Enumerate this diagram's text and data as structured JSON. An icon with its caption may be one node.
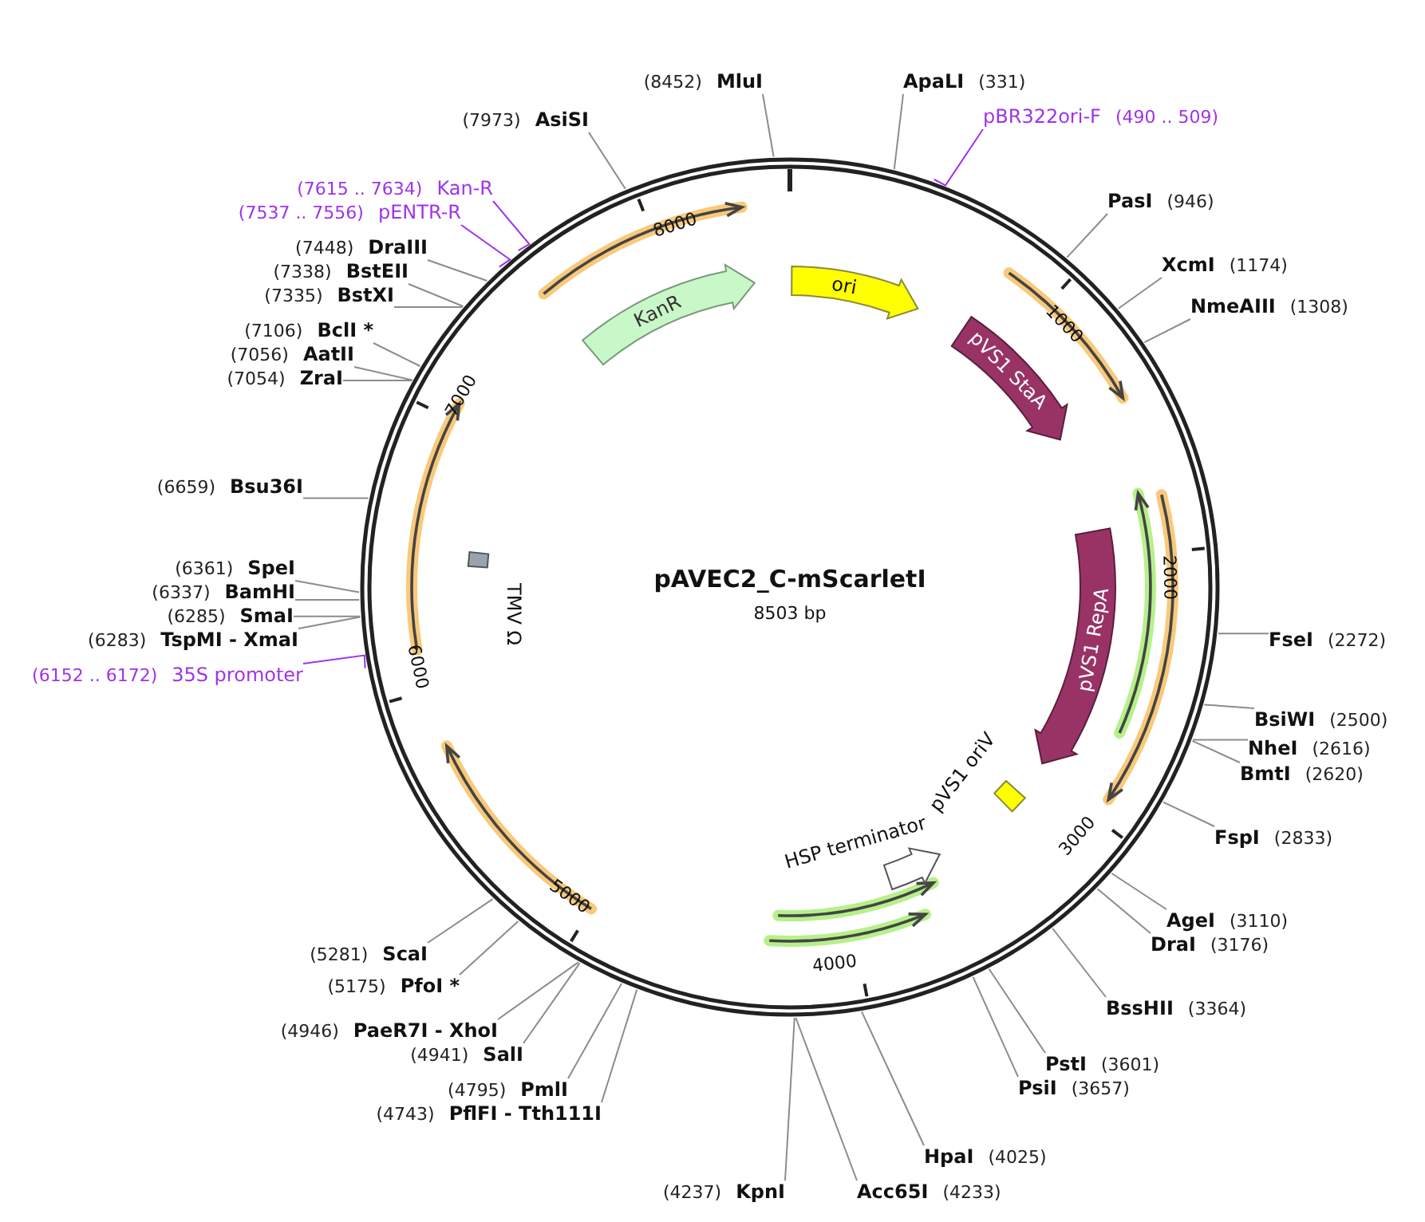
{
  "diagram": {
    "title": "pAVEC2_C-mScarletI",
    "nodes": [
      {
        "text": [
          "MluI"
        ],
        "beside": [
          "(8452)"
        ]
      },
      {
        "text": [
          "ApaLI"
        ],
        "beside": [
          "(331)"
        ]
      },
      {
        "text": [
          "pBR322ori-F"
        ],
        "beside": [
          "(490 .. 509)"
        ]
      },
      {
        "text": [
          "PasI"
        ],
        "beside": [
          "(946)"
        ]
      },
      {
        "text": [
          "XcmI"
        ],
        "beside": [
          "(1174)"
        ]
      },
      {
        "text": [
          "NmeAIII"
        ],
        "beside": [
          "(1308)"
        ]
      },
      {
        "text": [
          "FseI"
        ],
        "beside": [
          "(2272)"
        ]
      },
      {
        "text": [
          "BsiWI"
        ],
        "beside": [
          "(2500)"
        ]
      },
      {
        "text": [
          "NheI"
        ],
        "beside": [
          "(2616)"
        ]
      },
      {
        "text": [
          "BmtI"
        ],
        "beside": [
          "(2620)"
        ]
      },
      {
        "text": [
          "FspI"
        ],
        "beside": [
          "(2833)"
        ]
      },
      {
        "text": [
          "AgeI"
        ],
        "beside": [
          "(3110)"
        ]
      },
      {
        "text": [
          "DraI"
        ],
        "beside": [
          "(3176)"
        ]
      },
      {
        "text": [
          "BssHII"
        ],
        "beside": [
          "(3364)"
        ]
      },
      {
        "text": [
          "PstI"
        ],
        "beside": [
          "(3601)"
        ]
      },
      {
        "text": [
          "PsiI"
        ],
        "beside": [
          "(3657)"
        ]
      },
      {
        "text": [
          "HpaI"
        ],
        "beside": [
          "(4025)"
        ]
      },
      {
        "text": [
          "Acc65I"
        ],
        "beside": [
          "(4233)"
        ]
      },
      {
        "text": [
          "KpnI"
        ],
        "beside": [
          "(4237)"
        ]
      },
      {
        "text": [
          "PflFI - Tth111I"
        ],
        "beside": [
          "(4743)"
        ]
      },
      {
        "text": [
          "PmlI"
        ],
        "beside": [
          "(4795)"
        ]
      },
      {
        "text": [
          "SalI"
        ],
        "beside": [
          "(4941)"
        ]
      },
      {
        "text": [
          "PaeR7I - XhoI"
        ],
        "beside": [
          "(4946)"
        ]
      },
      {
        "text": [
          "PfoI *"
        ],
        "beside": [
          "(5175)"
        ]
      },
      {
        "text": [
          "ScaI"
        ],
        "beside": [
          "(5281)"
        ]
      },
      {
        "text": [
          "35S promoter"
        ],
        "beside": [
          "(6152 .. 6172)"
        ]
      },
      {
        "text": [
          "TspMI - XmaI"
        ],
        "beside": [
          "(6283)"
        ]
      },
      {
        "text": [
          "SmaI"
        ],
        "beside": [
          "(6285)"
        ]
      },
      {
        "text": [
          "BamHI"
        ],
        "beside": [
          "(6337)"
        ]
      },
      {
        "text": [
          "SpeI"
        ],
        "beside": [
          "(6361)"
        ]
      },
      {
        "text": [
          "Bsu36I"
        ],
        "beside": [
          "(6659)"
        ]
      },
      {
        "text": [
          "ZraI"
        ],
        "beside": [
          "(7054)"
        ]
      },
      {
        "text": [
          "AatII"
        ],
        "beside": [
          "(7056)"
        ]
      },
      {
        "text": [
          "BclI *"
        ],
        "beside": [
          "(7106)"
        ]
      },
      {
        "text": [
          "BstXI"
        ],
        "beside": [
          "(7335)"
        ]
      },
      {
        "text": [
          "BstEII"
        ],
        "beside": [
          "(7338)"
        ]
      },
      {
        "text": [
          "DraIII"
        ],
        "beside": [
          "(7448)"
        ]
      },
      {
        "text": [
          "pENTR-R"
        ],
        "beside": [
          "(7537 .. 7556)"
        ]
      },
      {
        "text": [
          "Kan-R"
        ],
        "beside": [
          "(7615 .. 7634)"
        ]
      },
      {
        "text": [
          "AsiSI"
        ],
        "beside": [
          "(7973)"
        ]
      },
      {
        "text": [
          "KanR"
        ]
      },
      {
        "text": [
          "ori"
        ]
      },
      {
        "text": [
          "pVS1 StaA"
        ]
      },
      {
        "text": [
          "pVS1 RepA"
        ]
      },
      {
        "text": [
          "pVS1 oriV"
        ]
      },
      {
        "text": [
          "HSP terminator"
        ]
      },
      {
        "text": [
          "TMV Ω"
        ]
      }
    ],
    "edges": [
      {
        "from": 0,
        "to": null,
        "arrow": "none"
      },
      {
        "from": 1,
        "to": null,
        "arrow": "none"
      },
      {
        "from": 2,
        "to": null,
        "arrow": "none",
        "color": "#a033e6"
      },
      {
        "from": 3,
        "to": null,
        "arrow": "none"
      },
      {
        "from": 4,
        "to": null,
        "arrow": "none"
      },
      {
        "from": 5,
        "to": null,
        "arrow": "none"
      },
      {
        "from": 6,
        "to": null,
        "arrow": "none"
      },
      {
        "from": 7,
        "to": null,
        "arrow": "none"
      },
      {
        "from": 8,
        "to": null,
        "arrow": "none"
      },
      {
        "from": 9,
        "to": null,
        "arrow": "none"
      },
      {
        "from": 10,
        "to": null,
        "arrow": "none"
      },
      {
        "from": 11,
        "to": null,
        "arrow": "none"
      },
      {
        "from": 12,
        "to": null,
        "arrow": "none"
      },
      {
        "from": 13,
        "to": null,
        "arrow": "none"
      },
      {
        "from": 14,
        "to": null,
        "arrow": "none"
      },
      {
        "from": 15,
        "to": null,
        "arrow": "none"
      },
      {
        "from": 16,
        "to": null,
        "arrow": "none"
      },
      {
        "from": 17,
        "to": null,
        "arrow": "none"
      },
      {
        "from": 18,
        "to": null,
        "arrow": "none"
      },
      {
        "from": 19,
        "to": null,
        "arrow": "none"
      },
      {
        "from": 20,
        "to": null,
        "arrow": "none"
      },
      {
        "from": 21,
        "to": null,
        "arrow": "none"
      },
      {
        "from": 22,
        "to": null,
        "arrow": "none"
      },
      {
        "from": 23,
        "to": null,
        "arrow": "none"
      },
      {
        "from": 24,
        "to": null,
        "arrow": "none"
      },
      {
        "from": 25,
        "to": null,
        "arrow": "none",
        "color": "#a033e6"
      },
      {
        "from": 26,
        "to": null,
        "arrow": "none"
      },
      {
        "from": 27,
        "to": null,
        "arrow": "none"
      },
      {
        "from": 28,
        "to": null,
        "arrow": "none"
      },
      {
        "from": 29,
        "to": null,
        "arrow": "none"
      },
      {
        "from": 30,
        "to": null,
        "arrow": "none"
      },
      {
        "from": 31,
        "to": null,
        "arrow": "none"
      },
      {
        "from": 32,
        "to": null,
        "arrow": "none"
      },
      {
        "from": 33,
        "to": null,
        "arrow": "none"
      },
      {
        "from": 34,
        "to": null,
        "arrow": "none"
      },
      {
        "from": 35,
        "to": null,
        "arrow": "none"
      },
      {
        "from": 36,
        "to": null,
        "arrow": "none"
      },
      {
        "from": 37,
        "to": null,
        "arrow": "none",
        "color": "#a033e6"
      },
      {
        "from": 38,
        "to": null,
        "arrow": "none",
        "color": "#a033e6"
      },
      {
        "from": 39,
        "to": null,
        "arrow": "none"
      }
    ],
    "labels": [
      "8503 bp",
      "1000",
      "2000",
      "3000",
      "4000",
      "5000",
      "6000",
      "7000",
      "8000"
    ]
  }
}
